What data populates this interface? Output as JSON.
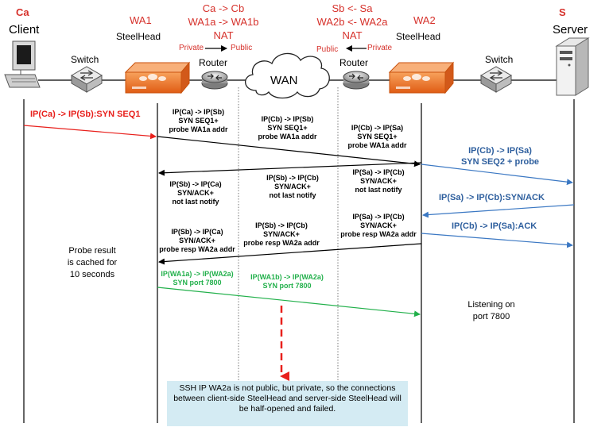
{
  "nodes": {
    "client": {
      "code": "Ca",
      "name": "Client"
    },
    "wa1": {
      "code": "WA1",
      "name": "SteelHead"
    },
    "wa2": {
      "code": "WA2",
      "name": "SteelHead"
    },
    "server": {
      "code": "S",
      "name": "Server"
    },
    "switch_left": "Switch",
    "switch_right": "Switch",
    "router_left": "Router",
    "router_right": "Router",
    "wan": "WAN"
  },
  "nat_left": {
    "lines": [
      "Ca -> Cb",
      "WA1a -> WA1b",
      "NAT"
    ],
    "private_label": "Private",
    "public_label": "Public"
  },
  "nat_right": {
    "lines": [
      "Sb <- Sa",
      "WA2b <- WA2a",
      "NAT"
    ],
    "public_label": "Public",
    "private_label": "Private"
  },
  "messages": {
    "syn_client": "IP(Ca) -> IP(Sb):SYN SEQ1",
    "syn_seg1": [
      "IP(Ca) -> IP(Sb)",
      "SYN SEQ1+",
      "probe WA1a addr"
    ],
    "syn_seg2": [
      "IP(Cb) -> IP(Sb)",
      "SYN SEQ1+",
      "probe WA1a addr"
    ],
    "syn_seg3": [
      "IP(Cb) -> IP(Sa)",
      "SYN SEQ1+",
      "probe WA1a addr"
    ],
    "syn_server": [
      "IP(Cb) -> IP(Sa)",
      "SYN SEQ2 + probe"
    ],
    "notify_seg3": [
      "IP(Sa) -> IP(Cb)",
      "SYN/ACK+",
      "not last notify"
    ],
    "notify_seg2": [
      "IP(Sb) -> IP(Cb)",
      "SYN/ACK+",
      "not last notify"
    ],
    "notify_seg1": [
      "IP(Sb) -> IP(Ca)",
      "SYN/ACK+",
      "not last notify"
    ],
    "synack_server": "IP(Sa) -> IP(Cb):SYN/ACK",
    "ack_server": "IP(Cb) -> IP(Sa):ACK",
    "resp_seg3": [
      "IP(Sa) -> IP(Cb)",
      "SYN/ACK+",
      "probe resp WA2a addr"
    ],
    "resp_seg2": [
      "IP(Sb) -> IP(Cb)",
      "SYN/ACK+",
      "probe resp WA2a addr"
    ],
    "resp_seg1": [
      "IP(Sb) -> IP(Ca)",
      "SYN/ACK+",
      "probe resp WA2a addr"
    ],
    "port_seg1": [
      "IP(WA1a) -> IP(WA2a)",
      "SYN port 7800"
    ],
    "port_seg2": [
      "IP(WA1b) -> IP(WA2a)",
      "SYN port 7800"
    ]
  },
  "notes": {
    "probe_cache": [
      "Probe result",
      "is cached for",
      "10 seconds"
    ],
    "listening": [
      "Listening on",
      "port 7800"
    ],
    "callout": "SSH IP WA2a is not public, but private, so the connections between client-side SteelHead and server-side SteelHead will be half-opened and failed."
  },
  "colors": {
    "red": "#e8201c",
    "blue": "#3b78c3",
    "green": "#22b04b",
    "steelhead_orange": "#f0792b",
    "callout_bg": "#d4ebf3"
  }
}
